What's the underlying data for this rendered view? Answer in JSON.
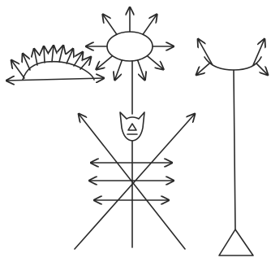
{
  "figure": {
    "background": "#ffffff",
    "ink_color": "#2a2a2a",
    "symbols": [
      "radiant-semicircle-glyph",
      "radiant-oval-glyph",
      "horned-figure-glyph",
      "forked-staff-triangle-glyph"
    ]
  }
}
